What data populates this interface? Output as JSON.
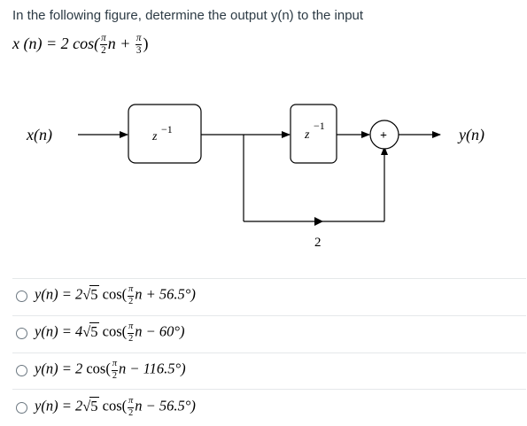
{
  "question": {
    "prompt": "In the following figure, determine the output y(n) to the input",
    "input_equation": {
      "lhs": "x (n) = 2 cos(",
      "frac_num": "π",
      "frac_den": "2",
      "middle": "n + ",
      "frac2_num": "π",
      "frac2_den": "3",
      "tail": ")"
    }
  },
  "diagram": {
    "input_label": "x(n)",
    "delay1_label": "z",
    "delay1_exp": "−1",
    "delay2_label": "z",
    "delay2_exp": "−1",
    "adder_symbol": "+",
    "gain_label": "2",
    "output_label": "y(n)"
  },
  "options": [
    {
      "prefix": "y(n) = 2",
      "sqrt": "5",
      "cos": " cos(",
      "frac_num": "π",
      "frac_den": "2",
      "rest": "n + 56.5°)"
    },
    {
      "prefix": "y(n) = 4",
      "sqrt": "5",
      "cos": " cos(",
      "frac_num": "π",
      "frac_den": "2",
      "rest": "n − 60°)"
    },
    {
      "prefix": "y(n) = 2",
      "sqrt": "",
      "cos": " cos(",
      "frac_num": "π",
      "frac_den": "2",
      "rest": "n − 116.5°)"
    },
    {
      "prefix": "y(n) = 2",
      "sqrt": "5",
      "cos": " cos(",
      "frac_num": "π",
      "frac_den": "2",
      "rest": "n − 56.5°)"
    }
  ]
}
